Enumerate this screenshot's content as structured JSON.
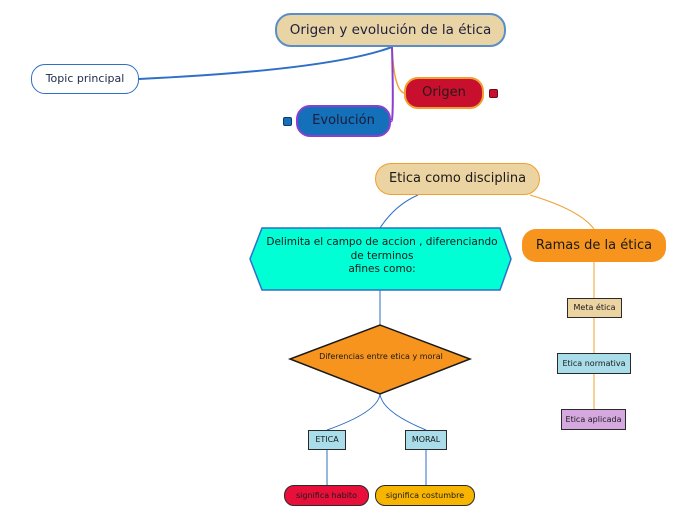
{
  "root": {
    "label": "Origen y evolución de la ética"
  },
  "topic": {
    "label": "Topic principal"
  },
  "origen": {
    "label": "Origen"
  },
  "evolucion": {
    "label": "Evolución"
  },
  "disciplina": {
    "label": "Etica como disciplina"
  },
  "delimita": {
    "line1": "Delimita el campo de accion , diferenciando",
    "line2": "de terminos",
    "line3": "afines como:"
  },
  "diferencias": {
    "label": "Diferencias entre etica y moral"
  },
  "etica_box": {
    "label": "ETICA"
  },
  "moral_box": {
    "label": "MORAL"
  },
  "habito": {
    "label": "significa habito"
  },
  "costumbre": {
    "label": "significa costumbre"
  },
  "ramas": {
    "label": "Ramas de la ética",
    "items": [
      "Meta ética",
      "Etica normativa",
      "Etica aplicada"
    ]
  },
  "colors": {
    "root_fill": "#e8d4a5",
    "origen_fill": "#c8102e",
    "evolucion_fill": "#1470b8",
    "hexagon_fill": "#00ffd5",
    "diamond_fill": "#f7941d",
    "ramas_fill": "#f7941d"
  }
}
